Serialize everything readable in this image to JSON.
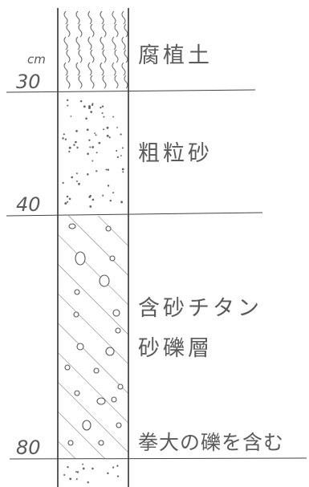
{
  "column": {
    "unit": "cm",
    "layers": [
      {
        "pattern": "humus",
        "depth_bottom": "30",
        "labels": [
          "腐植土"
        ]
      },
      {
        "pattern": "sand",
        "depth_bottom": "40",
        "labels": [
          "粗粒砂"
        ]
      },
      {
        "pattern": "gravel",
        "depth_bottom": "80",
        "labels": [
          "含砂チタン",
          "砂礫層",
          "拳大の礫を含む"
        ]
      },
      {
        "pattern": "sand",
        "depth_bottom": "",
        "labels": []
      }
    ]
  }
}
